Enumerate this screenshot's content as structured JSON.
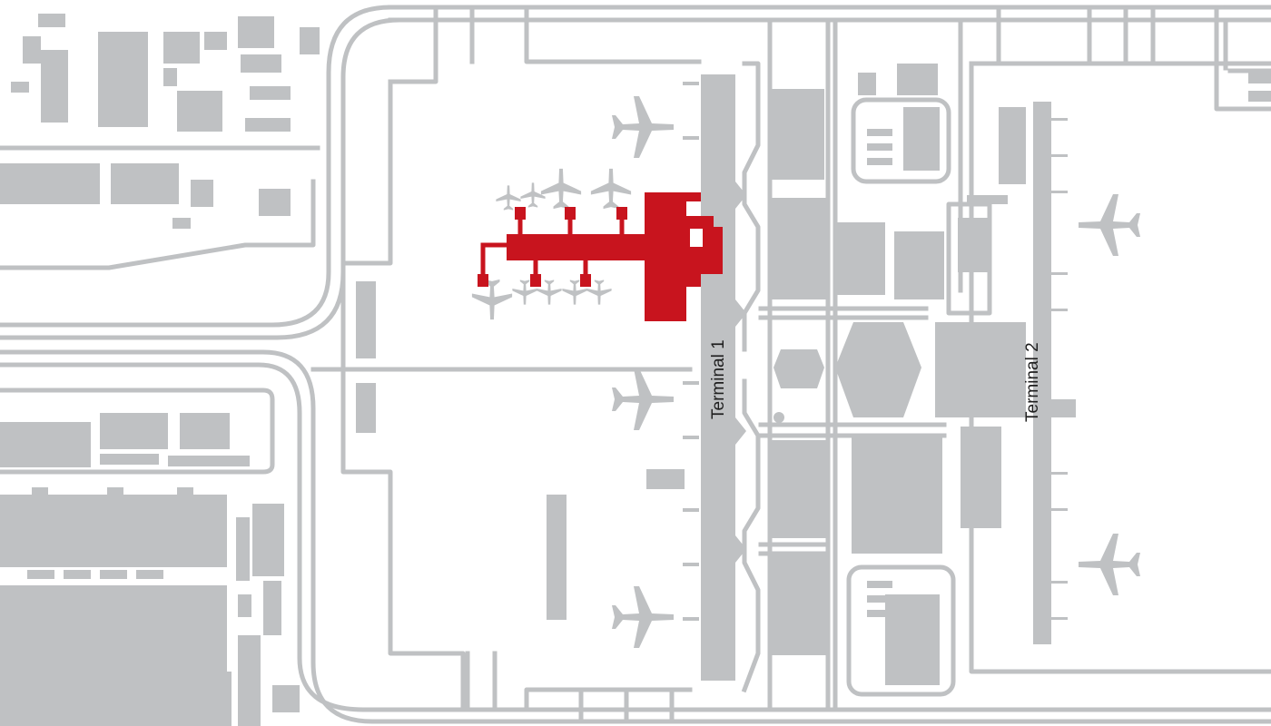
{
  "map": {
    "terminals": [
      {
        "id": "terminal-1",
        "label": "Terminal 1"
      },
      {
        "id": "terminal-2",
        "label": "Terminal 2"
      }
    ],
    "highlight": {
      "name": "highlighted-pier",
      "color": "#c8141e"
    },
    "colors": {
      "background": "#ffffff",
      "infrastructure": "#bfc1c3",
      "highlight": "#c8141e",
      "label": "#1f1f1f"
    },
    "icons": [
      "airplane-icon"
    ]
  }
}
